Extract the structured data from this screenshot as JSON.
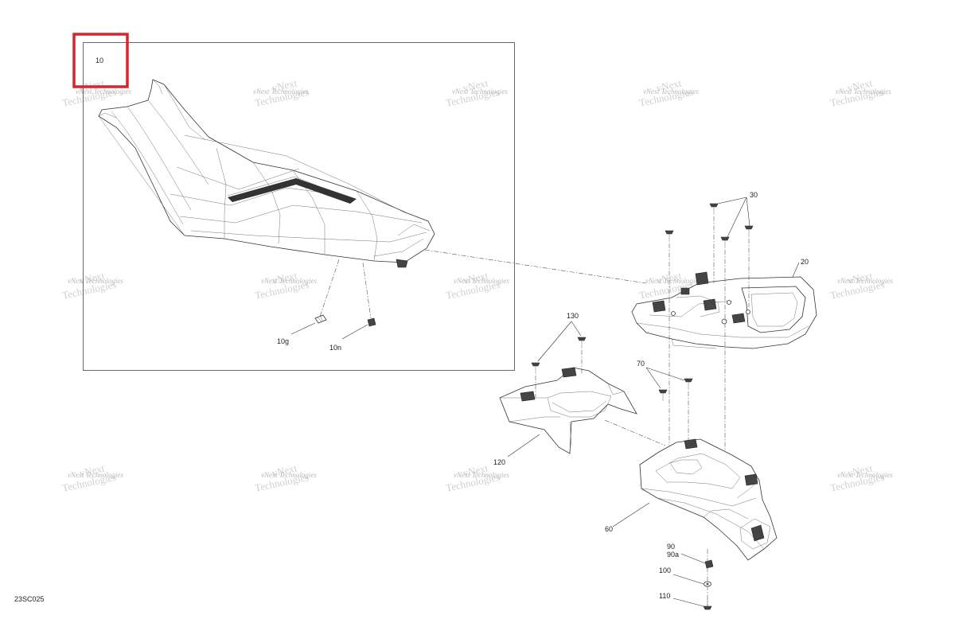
{
  "diagram_id": "23SC025",
  "highlight_color": "#d6262c",
  "callouts": {
    "c10": "10",
    "c10g": "10g",
    "c10n": "10n",
    "c20": "20",
    "c30": "30",
    "c60": "60",
    "c70": "70",
    "c90": "90",
    "c90a": "90a",
    "c100": "100",
    "c110": "110",
    "c120": "120",
    "c130": "130"
  },
  "watermark": {
    "line1": "vNext Technologies",
    "line2": "vNext",
    "line3": "Technologies"
  }
}
